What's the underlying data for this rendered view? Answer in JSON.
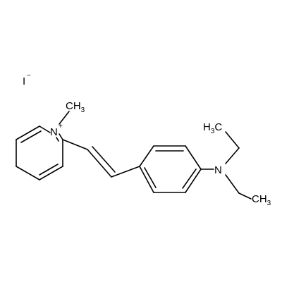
{
  "molecule": {
    "counterion": {
      "symbol": "I",
      "charge": "−"
    },
    "pyridinium_n": {
      "symbol": "N",
      "charge": "+"
    },
    "n_methyl": "CH3",
    "amine_n": "N",
    "ethyl_upper": {
      "text": "H3C",
      "h": "H",
      "sub": "3",
      "c": "C"
    },
    "ethyl_lower": {
      "text": "CH3",
      "c": "CH",
      "sub": "3"
    }
  },
  "colors": {
    "ink": "#000000",
    "background": "#ffffff"
  }
}
